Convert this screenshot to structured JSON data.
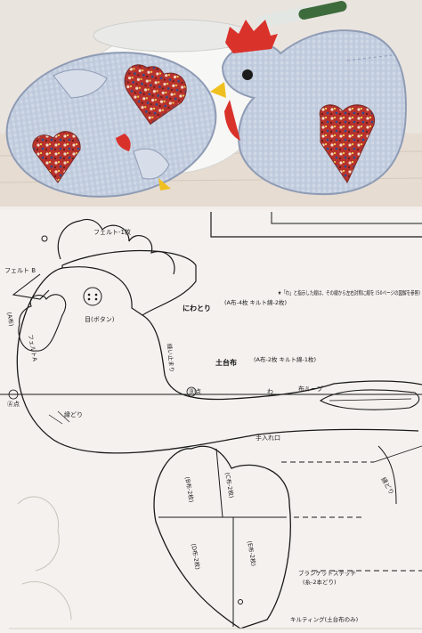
{
  "pattern": {
    "felt_comb": "フェルト-1枚",
    "felt_b": "フェルト B",
    "felt_a": "フェルトA",
    "beak_label": "(A布)",
    "eye_button": "目(ボタン)",
    "chicken": "にわとり",
    "chicken_detail": "(A布-4枚 キルト綿-2枚)",
    "sew_pattern": "縫い止まり",
    "base_fabric": "土台布",
    "base_detail": "(A布-2枚 キルト綿-1枚)",
    "point_b": "Ⓑ点",
    "point_a": "Ⓐ点",
    "wa": "わ",
    "loop": "布ループ",
    "note": "★「わ」と指示した線は、その線から左右対称に線を (50ページの図解を参照)",
    "edge_trim_left": "縁どり",
    "edge_trim_right": "縁どり",
    "opening": "手入れ口",
    "heart_b": "(B布-2枚)",
    "heart_c": "(C布-2枚)",
    "heart_d": "(D布-2枚)",
    "heart_e": "(E布-2枚)",
    "blanket_stitch": "ブランケットステッチ",
    "blanket_detail": "(糸-2本どり)",
    "quilting": "キルティング(土台布のみ)"
  },
  "colors": {
    "line": "#1a1a1a",
    "paper": "#f4f1ee",
    "fabric_blue": "#c9d3e3",
    "patchwork_red": "#c0302b",
    "comb_red": "#d9322b",
    "beak_yellow": "#f0c020"
  }
}
